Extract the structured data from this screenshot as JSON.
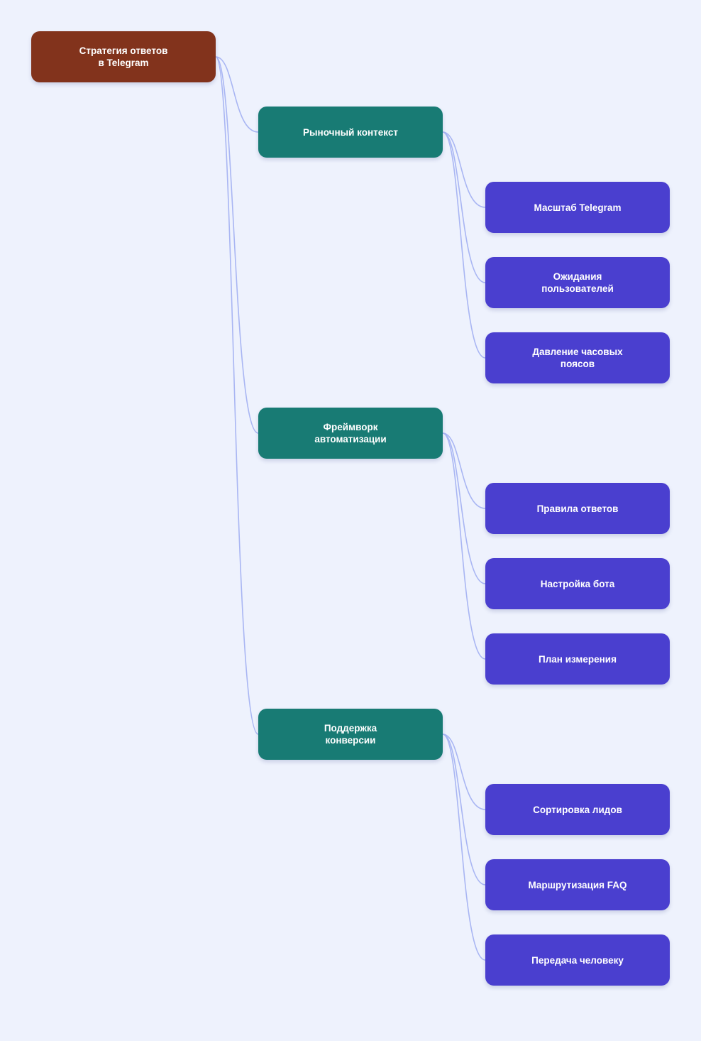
{
  "colors": {
    "background": "#eef2fd",
    "root": "#82331c",
    "branch": "#187b74",
    "leaf": "#4a3fcf",
    "connector": "#a9b6f3"
  },
  "root": {
    "label": "Стратегия ответов\nв Telegram"
  },
  "branches": [
    {
      "label": "Рыночный контекст",
      "leaves": [
        {
          "label": "Масштаб Telegram"
        },
        {
          "label": "Ожидания\nпользователей"
        },
        {
          "label": "Давление часовых\nпоясов"
        }
      ]
    },
    {
      "label": "Фреймворк\nавтоматизации",
      "leaves": [
        {
          "label": "Правила ответов"
        },
        {
          "label": "Настройка бота"
        },
        {
          "label": "План измерения"
        }
      ]
    },
    {
      "label": "Поддержка\nконверсии",
      "leaves": [
        {
          "label": "Сортировка лидов"
        },
        {
          "label": "Маршрутизация FAQ"
        },
        {
          "label": "Передача человеку"
        }
      ]
    }
  ]
}
